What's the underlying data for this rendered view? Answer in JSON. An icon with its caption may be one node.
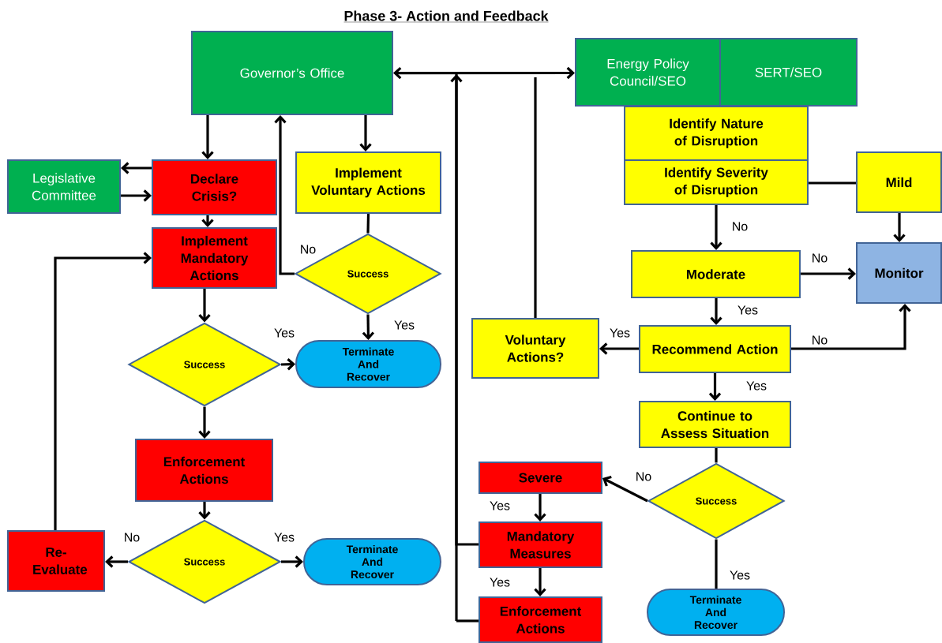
{
  "diagram": {
    "title": "Phase 3- Action and Feedback",
    "nodes": [
      {
        "text": [
          "Governor’s Office"
        ]
      },
      {
        "text": [
          "Energy Policy Council/SEO"
        ]
      },
      {
        "text": [
          "SERT/SEO"
        ]
      },
      {
        "text": [
          "Identify Nature of Disruption"
        ]
      },
      {
        "text": [
          "Identify Severity of Disruption"
        ]
      },
      {
        "text": [
          "Legislative Committee"
        ]
      },
      {
        "text": [
          "Declare Crisis?"
        ]
      },
      {
        "text": [
          "Implement Voluntary Actions"
        ]
      },
      {
        "text": [
          "Mild"
        ]
      },
      {
        "text": [
          "Implement Mandatory Actions"
        ]
      },
      {
        "text": [
          "Success"
        ]
      },
      {
        "text": [
          "Moderate"
        ]
      },
      {
        "text": [
          "Monitor"
        ]
      },
      {
        "text": [
          "Success"
        ]
      },
      {
        "text": [
          "Terminate And Recover"
        ]
      },
      {
        "text": [
          "Voluntary Actions?"
        ]
      },
      {
        "text": [
          "Recommend Action"
        ]
      },
      {
        "text": [
          "Continue to Assess Situation"
        ]
      },
      {
        "text": [
          "Enforcement Actions"
        ]
      },
      {
        "text": [
          "Severe"
        ]
      },
      {
        "text": [
          "Success"
        ]
      },
      {
        "text": [
          "Re-Evaluate"
        ]
      },
      {
        "text": [
          "Success"
        ]
      },
      {
        "text": [
          "Terminate And Recover"
        ]
      },
      {
        "text": [
          "Mandatory Measures"
        ]
      },
      {
        "text": [
          "Terminate And Recover"
        ]
      },
      {
        "text": [
          "Enforcement Actions"
        ]
      }
    ],
    "edges": [
      {
        "from": 0,
        "to": 1,
        "arrow": "both"
      },
      {
        "from": 0,
        "to": 6,
        "arrow": "to"
      },
      {
        "from": 0,
        "to": 7,
        "arrow": "to"
      },
      {
        "from": 6,
        "to": 5,
        "arrow": "to"
      },
      {
        "from": 5,
        "to": 6,
        "arrow": "to"
      },
      {
        "from": 6,
        "to": 9,
        "arrow": "to"
      },
      {
        "from": 9,
        "to": 13,
        "arrow": "to"
      },
      {
        "from": 7,
        "to": 10,
        "arrow": "none"
      },
      {
        "from": 10,
        "to": 0,
        "arrow": "to",
        "label": "No"
      },
      {
        "from": 10,
        "to": 14,
        "arrow": "to",
        "label": "Yes"
      },
      {
        "from": 13,
        "to": 14,
        "arrow": "to",
        "label": "Yes"
      },
      {
        "from": 13,
        "to": 18,
        "arrow": "to"
      },
      {
        "from": 18,
        "to": 22,
        "arrow": "to"
      },
      {
        "from": 22,
        "to": 21,
        "arrow": "to",
        "label": "No"
      },
      {
        "from": 22,
        "to": 23,
        "arrow": "to",
        "label": "Yes"
      },
      {
        "from": 21,
        "to": 9,
        "arrow": "to"
      },
      {
        "from": 4,
        "to": 11,
        "arrow": "to",
        "label": "No"
      },
      {
        "from": 4,
        "to": 8,
        "arrow": "none"
      },
      {
        "from": 8,
        "to": 12,
        "arrow": "to"
      },
      {
        "from": 11,
        "to": 12,
        "arrow": "to",
        "label": "No"
      },
      {
        "from": 11,
        "to": 16,
        "arrow": "to",
        "label": "Yes"
      },
      {
        "from": 16,
        "to": 15,
        "arrow": "to",
        "label": "Yes"
      },
      {
        "from": 16,
        "to": 12,
        "arrow": "to",
        "label": "No"
      },
      {
        "from": 16,
        "to": 17,
        "arrow": "to",
        "label": "Yes"
      },
      {
        "from": 17,
        "to": 20,
        "arrow": "none"
      },
      {
        "from": 20,
        "to": 19,
        "arrow": "to",
        "label": "No"
      },
      {
        "from": 20,
        "to": 25,
        "arrow": "none",
        "label": "Yes"
      },
      {
        "from": 19,
        "to": 24,
        "arrow": "to",
        "label": "Yes"
      },
      {
        "from": 24,
        "to": 26,
        "arrow": "to",
        "label": "Yes"
      },
      {
        "from": 26,
        "to": 0,
        "arrow": "to"
      },
      {
        "from": 24,
        "to": 0,
        "arrow": "to"
      },
      {
        "from": 15,
        "to": 0,
        "arrow": "to"
      }
    ]
  }
}
